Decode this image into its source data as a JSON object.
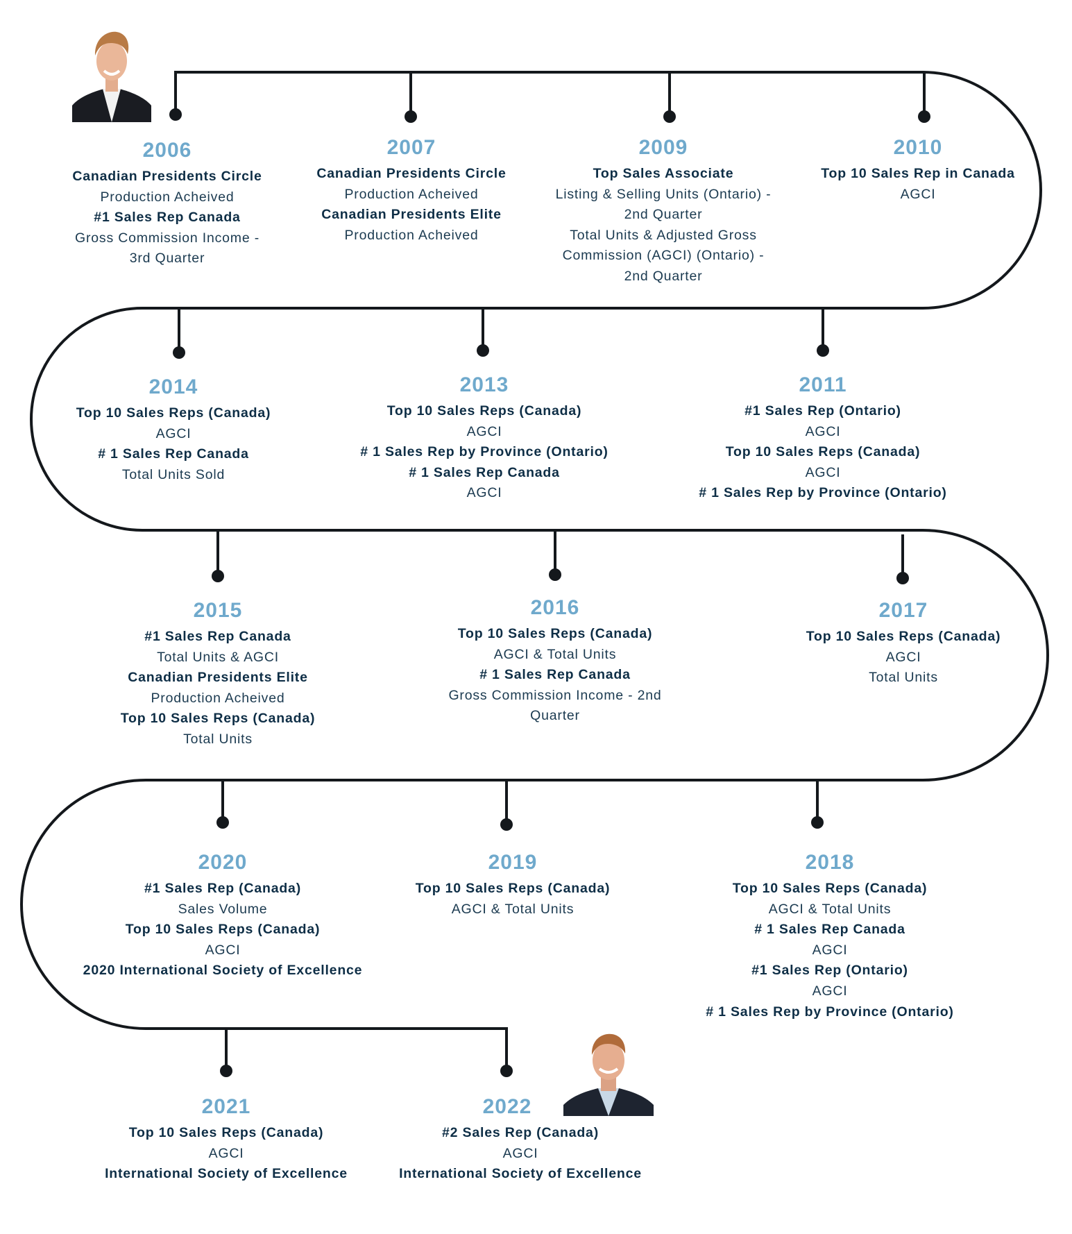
{
  "milestones": [
    {
      "id": "m2006",
      "year": "2006",
      "lines": [
        {
          "text": "Canadian Presidents Circle",
          "bold": true
        },
        {
          "text": "Production Acheived",
          "bold": false
        },
        {
          "text": "#1 Sales Rep Canada",
          "bold": true
        },
        {
          "text": "Gross Commission Income -",
          "bold": false
        },
        {
          "text": "3rd Quarter",
          "bold": false
        }
      ]
    },
    {
      "id": "m2007",
      "year": "2007",
      "lines": [
        {
          "text": "Canadian Presidents Circle",
          "bold": true
        },
        {
          "text": "Production Acheived",
          "bold": false
        },
        {
          "text": "Canadian Presidents Elite",
          "bold": true
        },
        {
          "text": "Production Acheived",
          "bold": false
        }
      ]
    },
    {
      "id": "m2009",
      "year": "2009",
      "lines": [
        {
          "text": "Top Sales Associate",
          "bold": true
        },
        {
          "text": "Listing & Selling Units (Ontario) -",
          "bold": false
        },
        {
          "text": "2nd Quarter",
          "bold": false
        },
        {
          "text": "Total Units & Adjusted Gross",
          "bold": false
        },
        {
          "text": "Commission (AGCI) (Ontario) -",
          "bold": false
        },
        {
          "text": "2nd Quarter",
          "bold": false
        }
      ]
    },
    {
      "id": "m2010",
      "year": "2010",
      "lines": [
        {
          "text": "Top 10 Sales Rep in Canada",
          "bold": true
        },
        {
          "text": "AGCI",
          "bold": false
        }
      ]
    },
    {
      "id": "m2011",
      "year": "2011",
      "lines": [
        {
          "text": "#1 Sales Rep (Ontario)",
          "bold": true
        },
        {
          "text": "AGCI",
          "bold": false
        },
        {
          "text": "Top 10 Sales Reps (Canada)",
          "bold": true
        },
        {
          "text": "AGCI",
          "bold": false
        },
        {
          "text": "# 1 Sales Rep by Province (Ontario)",
          "bold": true
        }
      ]
    },
    {
      "id": "m2013",
      "year": "2013",
      "lines": [
        {
          "text": "Top 10 Sales Reps (Canada)",
          "bold": true
        },
        {
          "text": "AGCI",
          "bold": false
        },
        {
          "text": "# 1 Sales Rep by Province (Ontario)",
          "bold": true
        },
        {
          "text": "# 1 Sales Rep Canada",
          "bold": true
        },
        {
          "text": "AGCI",
          "bold": false
        }
      ]
    },
    {
      "id": "m2014",
      "year": "2014",
      "lines": [
        {
          "text": "Top 10 Sales Reps (Canada)",
          "bold": true
        },
        {
          "text": "AGCI",
          "bold": false
        },
        {
          "text": "# 1 Sales Rep Canada",
          "bold": true
        },
        {
          "text": "Total Units Sold",
          "bold": false
        }
      ]
    },
    {
      "id": "m2015",
      "year": "2015",
      "lines": [
        {
          "text": "#1 Sales Rep Canada",
          "bold": true
        },
        {
          "text": "Total Units & AGCI",
          "bold": false
        },
        {
          "text": "Canadian Presidents Elite",
          "bold": true
        },
        {
          "text": "Production Acheived",
          "bold": false
        },
        {
          "text": "Top 10 Sales Reps (Canada)",
          "bold": true
        },
        {
          "text": "Total Units",
          "bold": false
        }
      ]
    },
    {
      "id": "m2016",
      "year": "2016",
      "lines": [
        {
          "text": "Top 10 Sales Reps (Canada)",
          "bold": true
        },
        {
          "text": "AGCI  & Total Units",
          "bold": false
        },
        {
          "text": "# 1 Sales Rep Canada",
          "bold": true
        },
        {
          "text": "Gross Commission Income - 2nd",
          "bold": false
        },
        {
          "text": "Quarter",
          "bold": false
        }
      ]
    },
    {
      "id": "m2017",
      "year": "2017",
      "lines": [
        {
          "text": "Top 10 Sales Reps (Canada)",
          "bold": true
        },
        {
          "text": "AGCI",
          "bold": false
        },
        {
          "text": "Total Units",
          "bold": false
        }
      ]
    },
    {
      "id": "m2018",
      "year": "2018",
      "lines": [
        {
          "text": "Top 10 Sales Reps (Canada)",
          "bold": true
        },
        {
          "text": "AGCI & Total Units",
          "bold": false
        },
        {
          "text": "# 1 Sales Rep Canada",
          "bold": true
        },
        {
          "text": "AGCI",
          "bold": false
        },
        {
          "text": "#1 Sales Rep (Ontario)",
          "bold": true
        },
        {
          "text": "AGCI",
          "bold": false
        },
        {
          "text": "# 1 Sales Rep by Province (Ontario)",
          "bold": true
        }
      ]
    },
    {
      "id": "m2019",
      "year": "2019",
      "lines": [
        {
          "text": "Top 10 Sales Reps (Canada)",
          "bold": true
        },
        {
          "text": "AGCI & Total Units",
          "bold": false
        }
      ]
    },
    {
      "id": "m2020",
      "year": "2020",
      "lines": [
        {
          "text": "#1 Sales Rep (Canada)",
          "bold": true
        },
        {
          "text": "Sales Volume",
          "bold": false
        },
        {
          "text": "Top 10 Sales Reps (Canada)",
          "bold": true
        },
        {
          "text": "AGCI",
          "bold": false
        },
        {
          "text": "2020 International Society of Excellence",
          "bold": true
        }
      ]
    },
    {
      "id": "m2021",
      "year": "2021",
      "lines": [
        {
          "text": "Top 10 Sales Reps (Canada)",
          "bold": true
        },
        {
          "text": "AGCI",
          "bold": false
        },
        {
          "text": "International Society of Excellence",
          "bold": true
        }
      ]
    },
    {
      "id": "m2022",
      "year": "2022",
      "lines": [
        {
          "text": "#2 Sales Rep (Canada)",
          "bold": true
        },
        {
          "text": "AGCI",
          "bold": false
        },
        {
          "text": "International Society of Excellence",
          "bold": true
        }
      ]
    }
  ],
  "colors": {
    "year": "#6fa9cc",
    "bold_text": "#0e2e46",
    "text": "#1b3a50",
    "path": "#14181c"
  },
  "icons": [
    "agent-photo-young",
    "agent-photo-recent"
  ]
}
